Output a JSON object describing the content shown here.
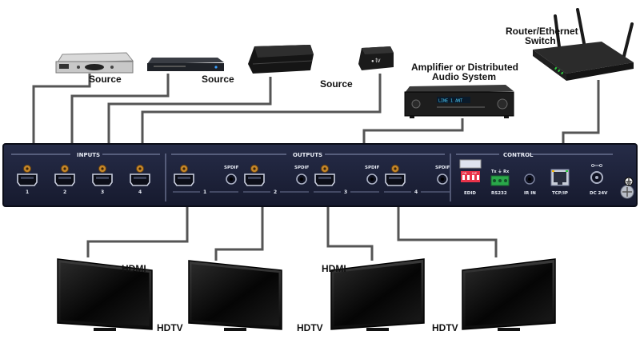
{
  "labels": {
    "source": "Source",
    "router": [
      "Router/Ethernet",
      "Switch"
    ],
    "amplifier": [
      "Amplifier or Distributed",
      "Audio System"
    ],
    "hdmi": "HDMI",
    "hdtv": "HDTV"
  },
  "device_text": {
    "apple_tv": "tv",
    "amp_display": "LINE 1 ANT"
  },
  "panel": {
    "inputs_title": "INPUTS",
    "outputs_title": "OUTPUTS",
    "control_title": "CONTROL",
    "input_ports": [
      "1",
      "2",
      "3",
      "4"
    ],
    "output_ports": [
      "1",
      "2",
      "3",
      "4"
    ],
    "spdif": "SPDIF",
    "edid": "EDID",
    "dip_on": "ON",
    "dip_off": "DIP",
    "rs232": "RS232",
    "tx_rx": "Tx ⏚ Rx",
    "ir_in": "IR IN",
    "tcpip": "TCP/IP",
    "dc": "DC 24V"
  },
  "colors": {
    "panel": "#1c2138",
    "panel_line": "#8a92b4",
    "cable": "#555555",
    "router_led": "#2ecc40",
    "dip": "#e8334a",
    "terminal": "#2aa84a"
  }
}
